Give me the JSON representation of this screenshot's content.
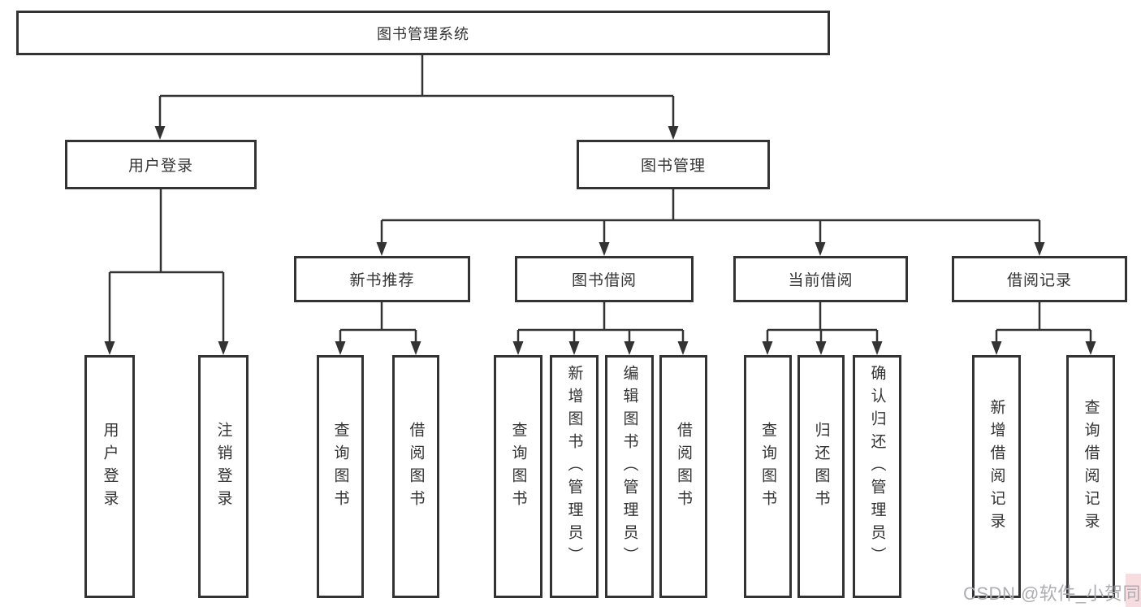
{
  "diagram": {
    "title": "图书管理系统",
    "nodes": {
      "root": {
        "label": "图书管理系统"
      },
      "level1": [
        {
          "label": "用户登录"
        },
        {
          "label": "图书管理"
        }
      ],
      "level2": [
        {
          "label": "新书推荐",
          "parent": "图书管理"
        },
        {
          "label": "图书借阅",
          "parent": "图书管理"
        },
        {
          "label": "当前借阅",
          "parent": "图书管理"
        },
        {
          "label": "借阅记录",
          "parent": "图书管理"
        }
      ],
      "leaves": [
        {
          "label": "用户登录",
          "parent": "用户登录"
        },
        {
          "label": "注销登录",
          "parent": "用户登录"
        },
        {
          "label": "查询图书",
          "parent": "新书推荐"
        },
        {
          "label": "借阅图书",
          "parent": "新书推荐"
        },
        {
          "label": "查询图书",
          "parent": "图书借阅"
        },
        {
          "label": "新增图书（管理员）",
          "parent": "图书借阅"
        },
        {
          "label": "编辑图书（管理员）",
          "parent": "图书借阅"
        },
        {
          "label": "借阅图书",
          "parent": "图书借阅"
        },
        {
          "label": "查询图书",
          "parent": "当前借阅"
        },
        {
          "label": "归还图书",
          "parent": "当前借阅"
        },
        {
          "label": "确认归还（管理员）",
          "parent": "当前借阅"
        },
        {
          "label": "新增借阅记录",
          "parent": "借阅记录"
        },
        {
          "label": "查询借阅记录",
          "parent": "借阅记录"
        }
      ]
    },
    "colors": {
      "line": "#333333",
      "text": "#333333",
      "background": "#ffffff",
      "watermark": "#adadb2",
      "corner_tint": "#f7dce0"
    },
    "watermark": {
      "text": "CSDN @软件_小贺同学"
    }
  }
}
